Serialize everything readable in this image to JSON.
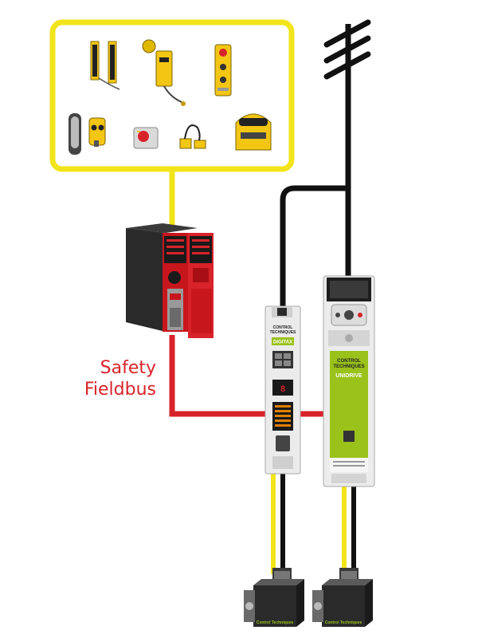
{
  "labels": {
    "safety_line1": "Safety",
    "safety_line2": "Fieldbus"
  },
  "devices": {
    "digitax": {
      "brand_line1": "CONTROL",
      "brand_line2": "TECHNIQUES",
      "model": "DIGITAX"
    },
    "unidrive": {
      "brand_line1": "CONTROL",
      "brand_line2": "TECHNIQUES",
      "model": "UNIDRIVE"
    },
    "motor_1": {
      "label": "Control Techniques"
    },
    "motor_2": {
      "label": "Control Techniques"
    }
  },
  "colors": {
    "frame_yellow": "#f2e41b",
    "fieldbus_red": "#d8232a",
    "power_black": "#111111",
    "drive_green": "#9ac21a",
    "sensor_yellow": "#f3c613",
    "plc_red": "#c8161d"
  },
  "icons": [
    "light-curtain-icon",
    "safety-interlock-switch-icon",
    "control-station-icon",
    "rfid-switch-icon",
    "emergency-stop-icon",
    "proximity-sensor-icon",
    "laser-scanner-icon",
    "ac-mains-power-icon",
    "safety-plc-icon",
    "servo-motor-icon"
  ]
}
